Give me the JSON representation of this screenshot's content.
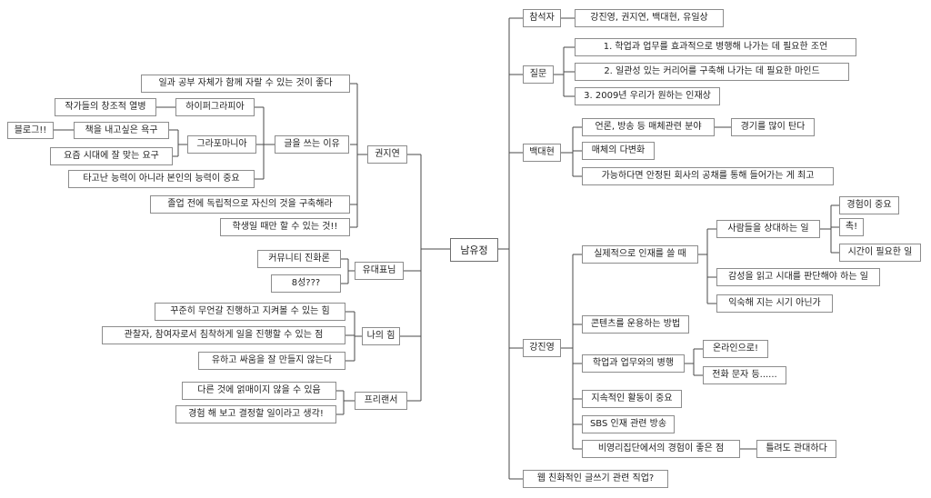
{
  "root": "남유정",
  "left": {
    "kwonjiyeon": "권지연",
    "enjoy_work_study": "일과 공부 자체가 함께 자랄 수 있는 것이 좋다",
    "reasons_writing": "글을 쓰는 이유",
    "hypergraphia": "하이퍼그라피아",
    "writers_passion": "작가들의 창조적 열병",
    "graphomania": "그라포마니아",
    "blog": "블로그!!",
    "desire_publish": "책을 내고싶은 욕구",
    "era_demand": "요즘 시대에 잘 맞는 요구",
    "own_ability": "타고난 능력이 아니라 본인의 능력이 중요",
    "build_own": "졸업 전에 독립적으로 자신의 것을 구축해라",
    "as_student": "학생일 때만 할 수 있는 것!!",
    "yudaepyonim": "유대표님",
    "community_evolution": "커뮤니티 진화론",
    "eight_stars": "8성???",
    "my_strength": "나의 힘",
    "steady_progress": "꾸준히 무언갈 진행하고 지켜볼 수 있는 힘",
    "observer_participant": "관찰자, 참여자로서 침착하게 일을 진행할 수 있는 점",
    "gentle_no_fights": "유하고 싸움을 잘 만들지 않는다",
    "freelancer": "프리랜서",
    "not_bound": "다른 것에 얽매이지 않을 수 있음",
    "decide_after_trying": "경험 해 보고 결정할 일이라고 생각!"
  },
  "right": {
    "attendees": "참석자",
    "attendee_names": "강진영, 권지연, 백대현, 유일상",
    "questions": "질문",
    "q1": "1. 학업과 업무를 효과적으로 병행해 나가는 데 필요한 조언",
    "q2": "2. 일관성 있는 커리어를 구축해 나가는 데 필요한 마인드",
    "q3": "3. 2009년 우리가 원하는 인재상",
    "baekdaehyun": "백대현",
    "media_field": "언론, 방송 등 매체관련 분야",
    "economy_sensitive": "경기를 많이 탄다",
    "media_diversify": "매체의 다변화",
    "stable_company": "가능하다면 안정된 회사의 공채를 통해 들어가는 게 최고",
    "kangjinyoung": "강진영",
    "hiring_practice": "실제적으로 인재를 쓸 때",
    "dealing_people": "사람들을 상대하는 일",
    "experience_important": "경험이 중요",
    "tact": "촉!",
    "takes_time": "시간이 필요한 일",
    "read_era": "감성을 읽고 시대를 판단해야 하는 일",
    "familiar_era": "익숙해 지는 시기 아닌가",
    "content_management": "콘텐츠를 운용하는 방법",
    "study_work_balance": "학업과 업무와의 병행",
    "online": "온라인으로!",
    "phone_text": "전화 문자 등......",
    "continuous_activity": "지속적인 활동이 중요",
    "sbs_program": "SBS 인재 관련 방송",
    "nonprofit_experience": "비영리집단에서의 경험이 좋은 점",
    "tolerant": "틀려도 관대하다",
    "web_writing_jobs": "웹 친화적인 글쓰기 관련 직업?"
  }
}
